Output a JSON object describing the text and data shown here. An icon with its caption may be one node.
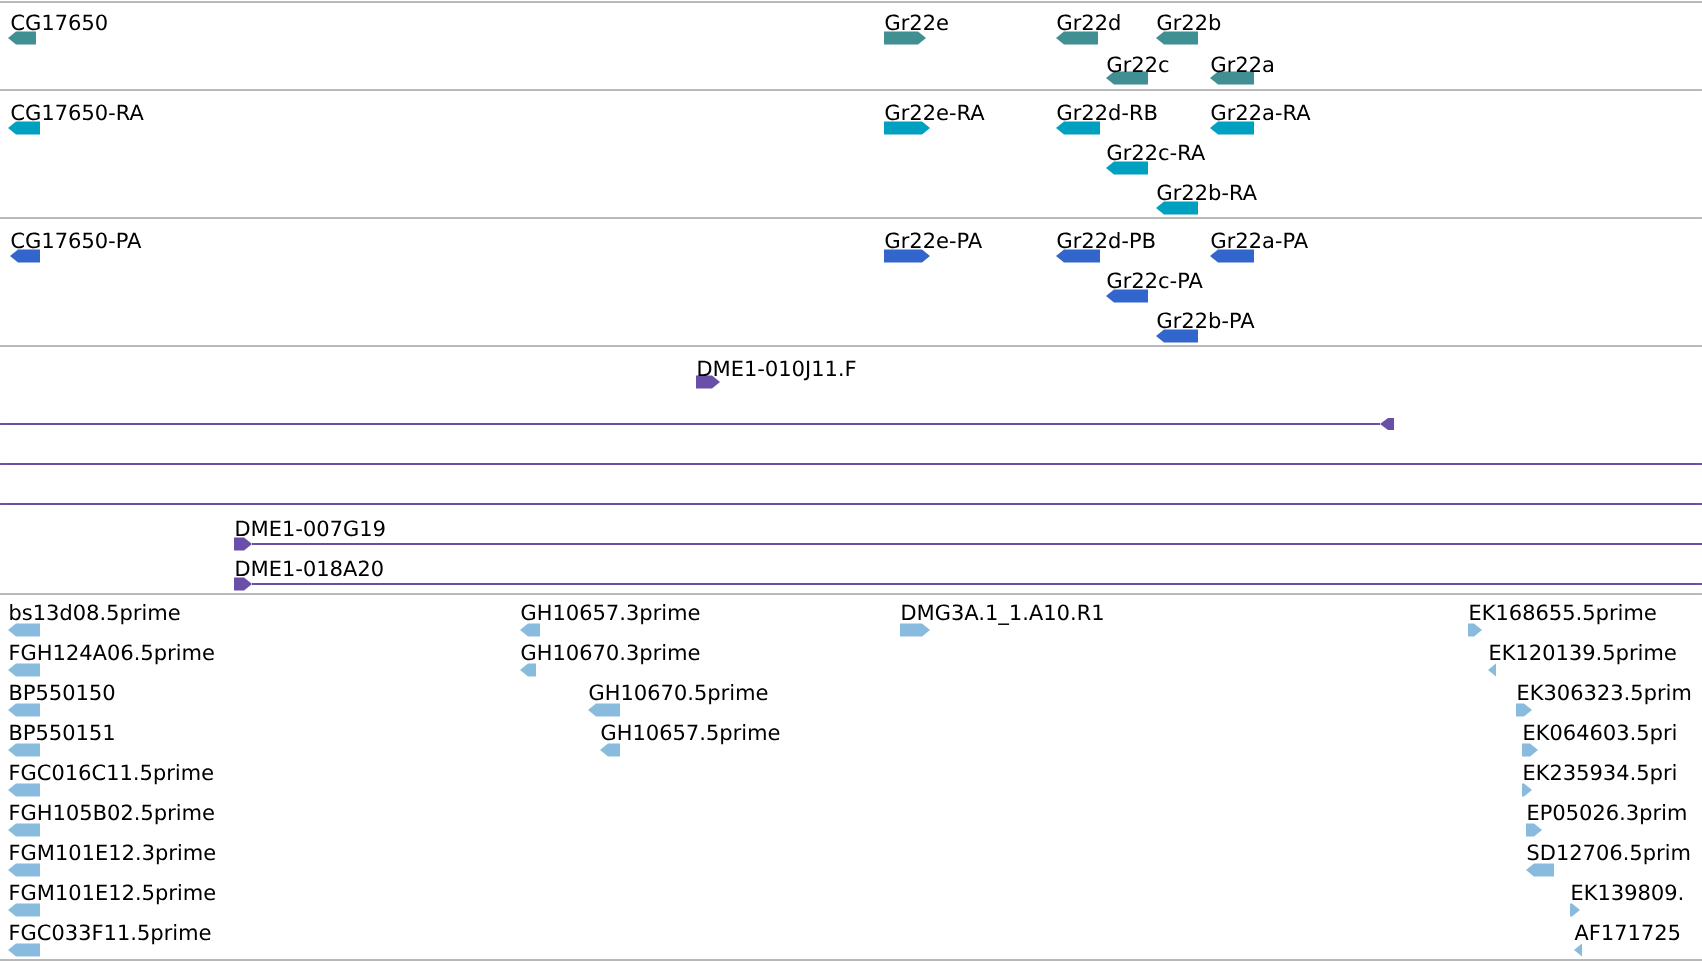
{
  "diagram": {
    "labels": [
      "CG17650",
      "Gr22e",
      "Gr22d",
      "Gr22b",
      "Gr22c",
      "Gr22a",
      "CG17650-RA",
      "Gr22e-RA",
      "Gr22d-RB",
      "Gr22a-RA",
      "Gr22c-RA",
      "Gr22b-RA",
      "CG17650-PA",
      "Gr22e-PA",
      "Gr22d-PB",
      "Gr22a-PA",
      "Gr22c-PA",
      "Gr22b-PA",
      "DME1-010J11.F",
      "DME1-007G19",
      "DME1-018A20",
      "bs13d08.5prime",
      "GH10657.3prime",
      "DMG3A.1_1.A10.R1",
      "EK168655.5prime",
      "FGH124A06.5prime",
      "GH10670.3prime",
      "EK120139.5prime",
      "BP550150",
      "GH10670.5prime",
      "EK306323.5prim",
      "BP550151",
      "GH10657.5prime",
      "EK064603.5pri",
      "FGC016C11.5prime",
      "EK235934.5pri",
      "FGH105B02.5prime",
      "EP05026.3prim",
      "FGM101E12.3prime",
      "SD12706.5prim",
      "FGM101E12.5prime",
      "EK139809.",
      "FGC033F11.5prime",
      "AF171725"
    ]
  }
}
